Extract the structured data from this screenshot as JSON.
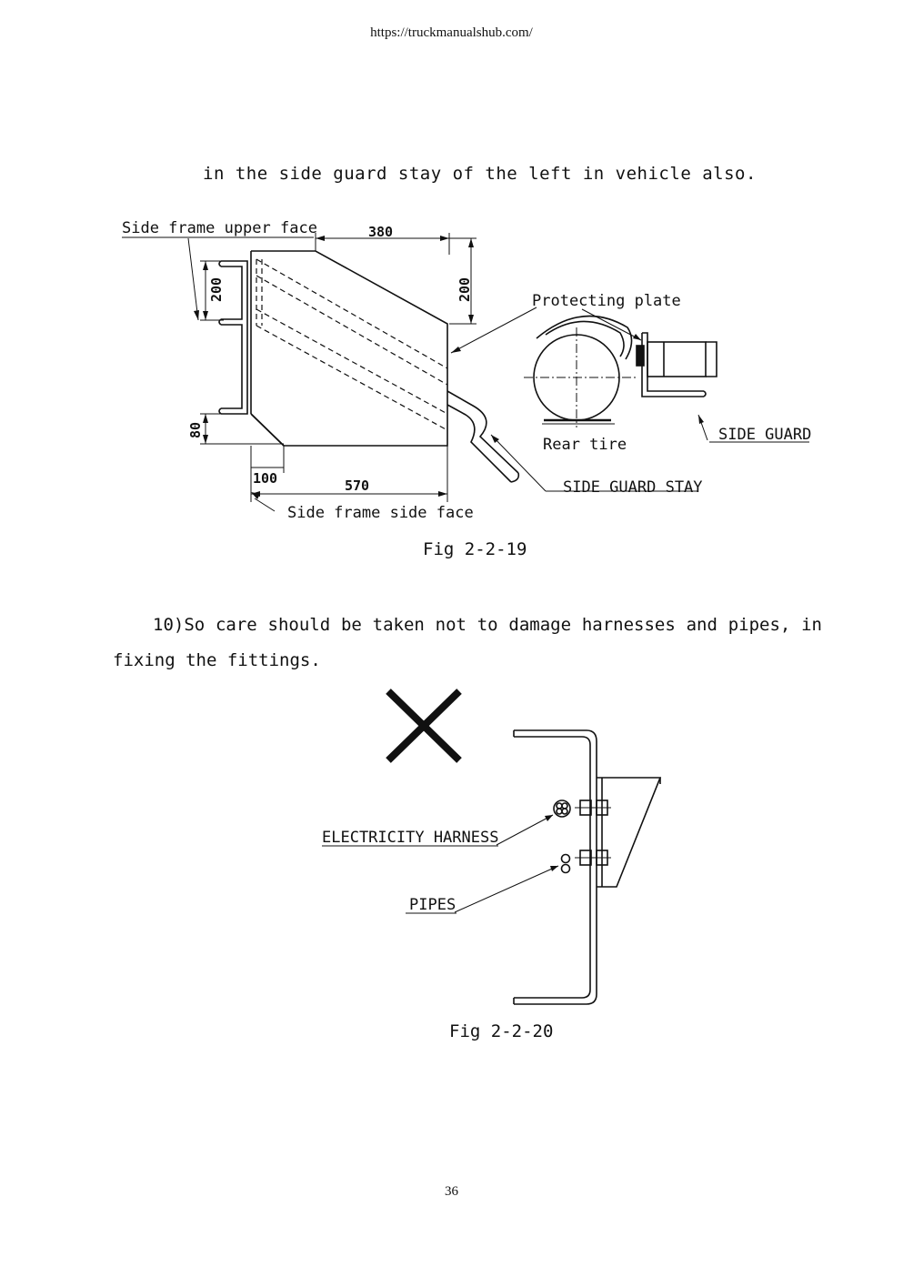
{
  "header": {
    "url": "https://truckmanualshub.com/"
  },
  "intro_line": "in the side guard stay of the left in vehicle also.",
  "figure1": {
    "labels": {
      "side_frame_upper_face": "Side frame upper face",
      "protecting_plate": "Protecting plate",
      "side_guard": "SIDE GUARD",
      "rear_tire": "Rear tire",
      "side_guard_stay": "SIDE GUARD STAY",
      "side_frame_side_face": "Side frame side face"
    },
    "dimensions": {
      "top_width": "380",
      "left_height": "200",
      "right_height": "200",
      "bottom_height": "80",
      "bottom_short": "100",
      "bottom_long": "570"
    },
    "caption": "Fig 2-2-19"
  },
  "paragraph": {
    "line1": "10)So care should be taken not to damage harnesses and pipes, in",
    "line2": "fixing the fittings."
  },
  "figure2": {
    "labels": {
      "electricity_harness": "ELECTRICITY HARNESS",
      "pipes": "PIPES"
    },
    "caption": "Fig 2-2-20"
  },
  "footer": {
    "page_number": "36"
  }
}
